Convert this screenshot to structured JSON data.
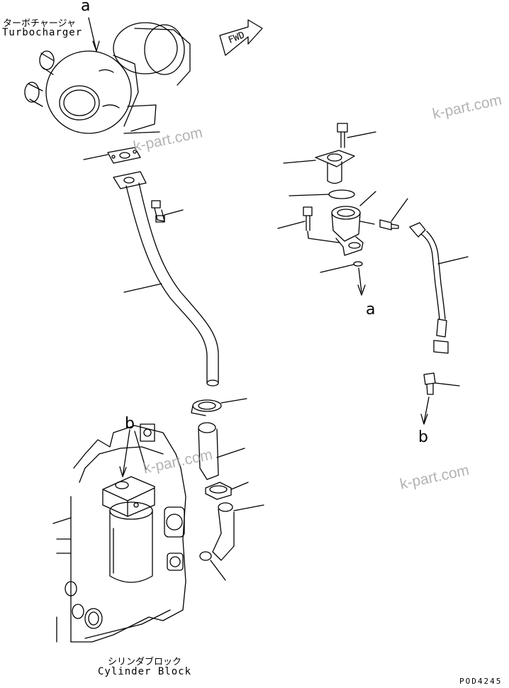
{
  "labels": {
    "turbo_jp": "ターボチャージャ",
    "turbo_en": "Turbocharger",
    "block_jp": "シリンダブロック",
    "block_en": "Cylinder Block",
    "ref_a_top": "a",
    "ref_b_top": "b",
    "ref_a_bottom": "a",
    "ref_b_bottom": "b",
    "fwd": "FWD",
    "code": "POD4245"
  },
  "watermarks": [
    "k-part.com",
    "k-part.com",
    "k-part.com",
    "k-part.com"
  ],
  "colors": {
    "line": "#000000",
    "watermark": "#9a9a9a"
  }
}
